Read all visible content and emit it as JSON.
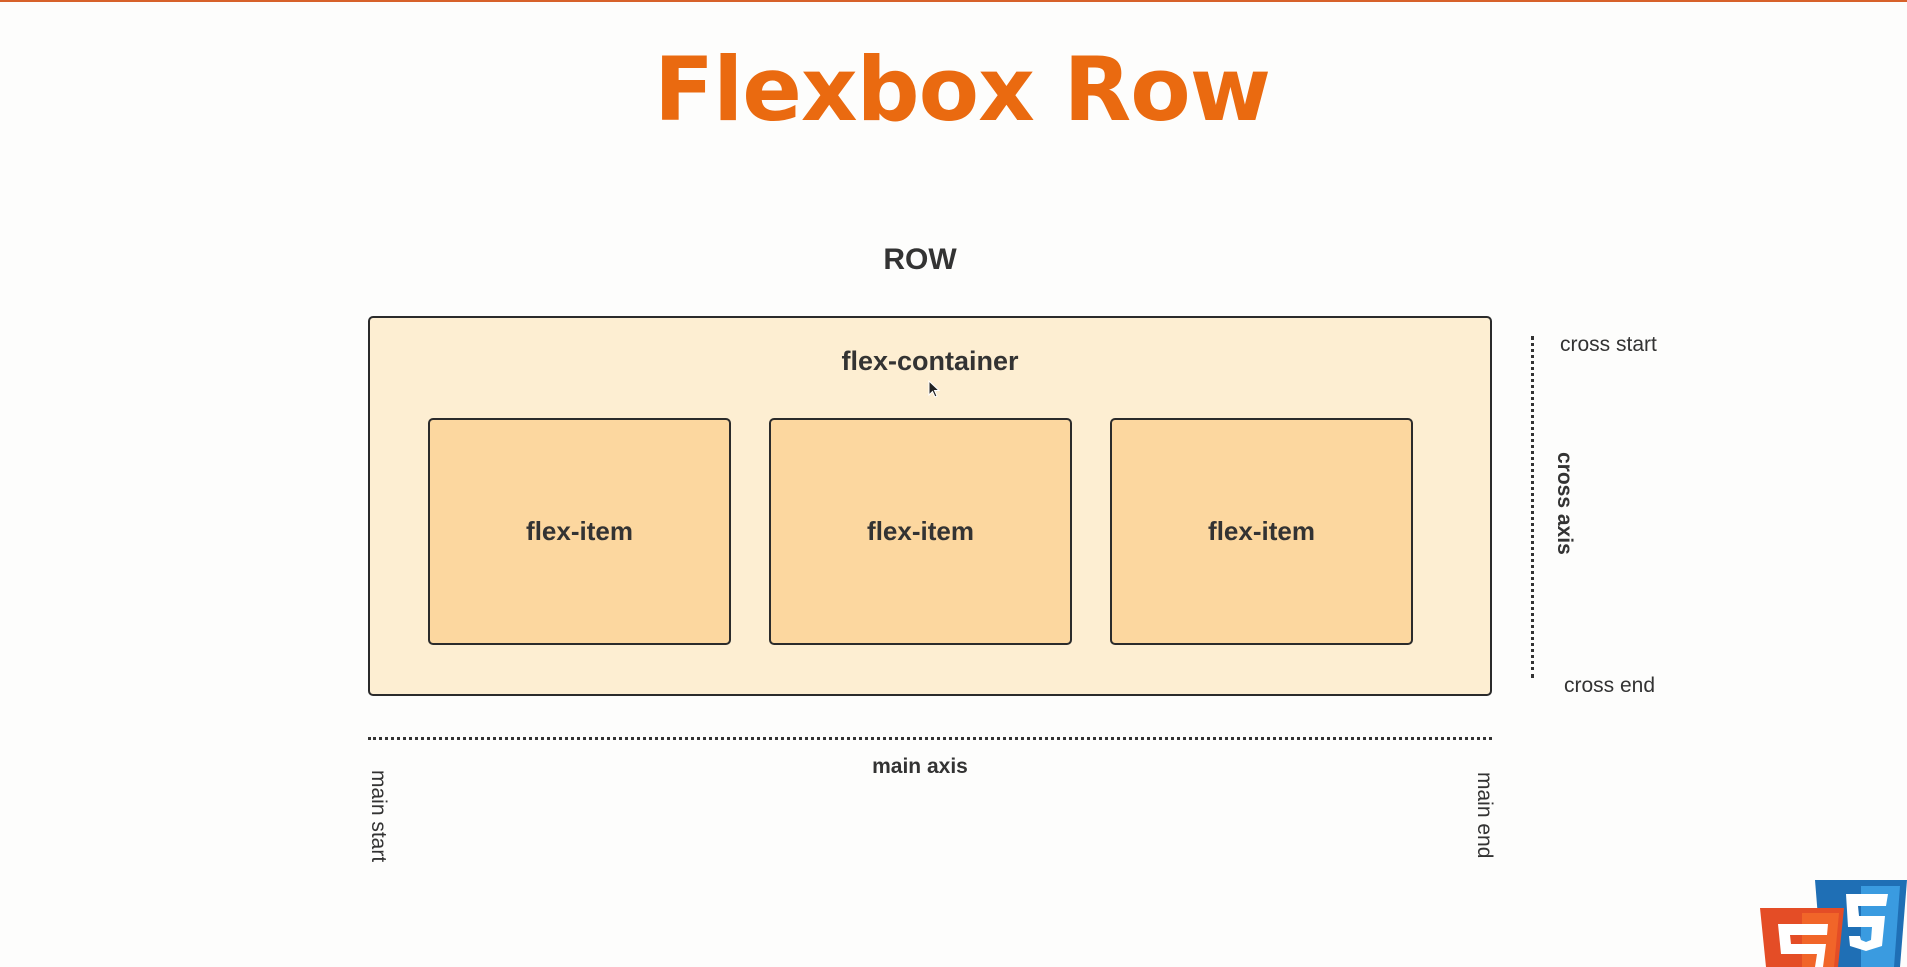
{
  "title": "Flexbox Row",
  "diagram": {
    "heading": "ROW",
    "container_label": "flex-container",
    "items": [
      "flex-item",
      "flex-item",
      "flex-item"
    ],
    "main_axis": {
      "label": "main axis",
      "start": "main start",
      "end": "main end"
    },
    "cross_axis": {
      "label": "cross axis",
      "start": "cross start",
      "end": "cross end"
    }
  },
  "colors": {
    "title": "#ea6a10",
    "container_fill": "#fdeed2",
    "item_fill": "#fcd79f",
    "border": "#2b2b2b",
    "text": "#333333"
  },
  "icons": [
    "html5-logo",
    "css3-logo",
    "mouse-cursor-icon"
  ]
}
